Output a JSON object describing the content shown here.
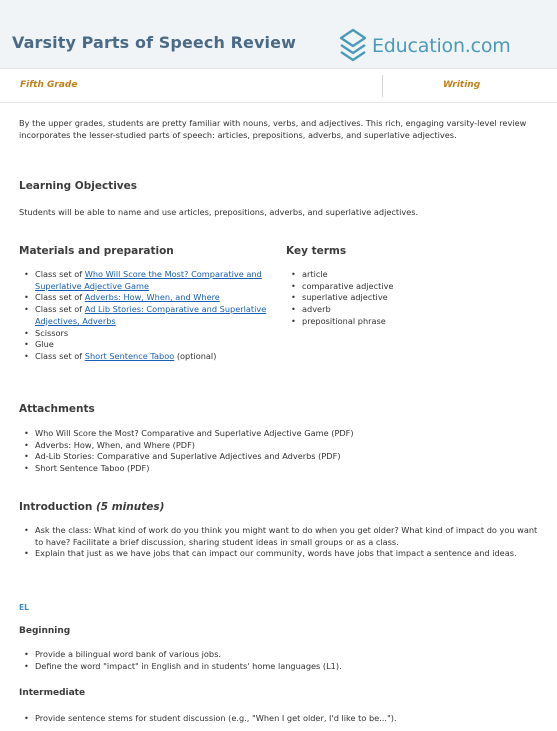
{
  "header": {
    "title": "Varsity Parts of Speech Review",
    "logo_text": "Education.com",
    "grade": "Fifth Grade",
    "subject": "Writing"
  },
  "intro_paragraph": "By the upper grades, students are pretty familiar with nouns, verbs, and adjectives. This rich, engaging varsity-level review incorporates the lesser-studied parts of speech: articles, prepositions, adverbs, and superlative adjectives.",
  "learning_objectives": {
    "heading": "Learning Objectives",
    "text": "Students will be able to name and use articles, prepositions, adverbs, and superlative adjectives."
  },
  "materials": {
    "heading": "Materials and preparation",
    "items": [
      {
        "prefix": "Class set of ",
        "link": "Who Will Score the Most? Comparative and Superlative Adjective Game",
        "suffix": ""
      },
      {
        "prefix": "Class set of ",
        "link": "Adverbs: How, When, and Where",
        "suffix": ""
      },
      {
        "prefix": "Class set of ",
        "link": "Ad Lib Stories: Comparative and Superlative Adjectives, Adverbs",
        "suffix": ""
      },
      {
        "prefix": "Scissors",
        "link": "",
        "suffix": ""
      },
      {
        "prefix": "Glue",
        "link": "",
        "suffix": ""
      },
      {
        "prefix": "Class set of ",
        "link": "Short Sentence Taboo",
        "suffix": " (optional)"
      }
    ]
  },
  "key_terms": {
    "heading": "Key terms",
    "items": [
      "article",
      "comparative adjective",
      "superlative adjective",
      "adverb",
      "prepositional phrase"
    ]
  },
  "attachments": {
    "heading": "Attachments",
    "items": [
      "Who Will Score the Most? Comparative and Superlative Adjective Game (PDF)",
      "Adverbs: How, When, and Where (PDF)",
      "Ad-Lib Stories: Comparative and Superlative Adjectives and Adverbs (PDF)",
      "Short Sentence Taboo (PDF)"
    ]
  },
  "introduction": {
    "heading": "Introduction",
    "time": "(5 minutes)",
    "items": [
      "Ask the class: What kind of work do you think you might want to do when you get older? What kind of impact do you want to have? Facilitate a brief discussion, sharing student ideas in small groups or as a class.",
      "Explain that just as we have jobs that can impact our community, words have jobs that impact a sentence and ideas."
    ]
  },
  "el": {
    "label": "EL",
    "beginning_heading": "Beginning",
    "beginning_items": [
      "Provide a bilingual word bank of various jobs.",
      "Define the word \"impact\" in English and in students' home languages (L1)."
    ],
    "intermediate_heading": "Intermediate",
    "intermediate_items": [
      "Provide sentence stems for student discussion (e.g., \"When I get older, I'd like to be...\")."
    ]
  }
}
